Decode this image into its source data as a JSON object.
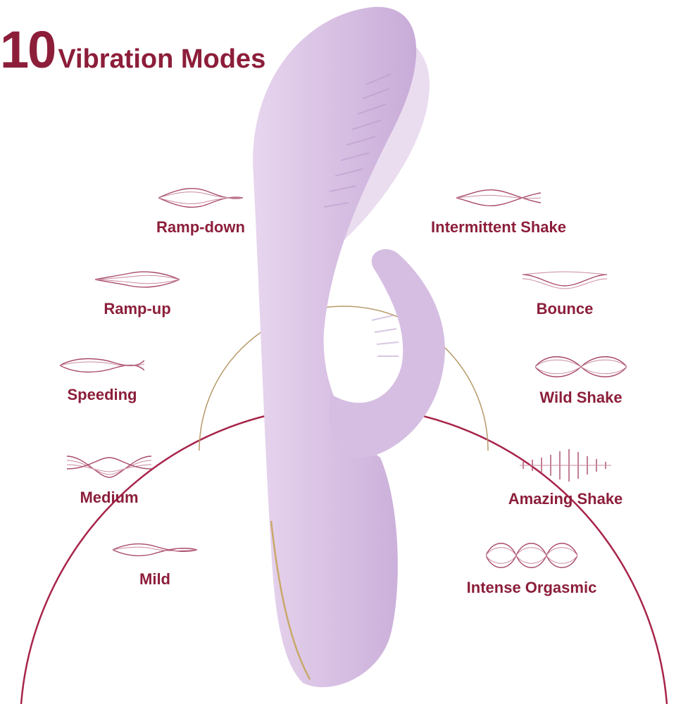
{
  "title": {
    "number": "10",
    "text": "Vibration Modes"
  },
  "colors": {
    "accent": "#8c1e3a",
    "wave": "#a84a66",
    "product": "#d9c2e3",
    "ring": "#a8244a"
  },
  "modes_left": [
    {
      "label": "Ramp-down",
      "icon": "ramp-down-wave-icon"
    },
    {
      "label": "Ramp-up",
      "icon": "ramp-up-wave-icon"
    },
    {
      "label": "Speeding",
      "icon": "speeding-wave-icon"
    },
    {
      "label": "Medium",
      "icon": "medium-wave-icon"
    },
    {
      "label": "Mild",
      "icon": "mild-wave-icon"
    }
  ],
  "modes_right": [
    {
      "label": "Intermittent Shake",
      "icon": "intermittent-shake-wave-icon"
    },
    {
      "label": "Bounce",
      "icon": "bounce-wave-icon"
    },
    {
      "label": "Wild Shake",
      "icon": "wild-shake-wave-icon"
    },
    {
      "label": "Amazing Shake",
      "icon": "amazing-shake-wave-icon"
    },
    {
      "label": "Intense Orgasmic",
      "icon": "intense-orgasmic-wave-icon"
    }
  ]
}
